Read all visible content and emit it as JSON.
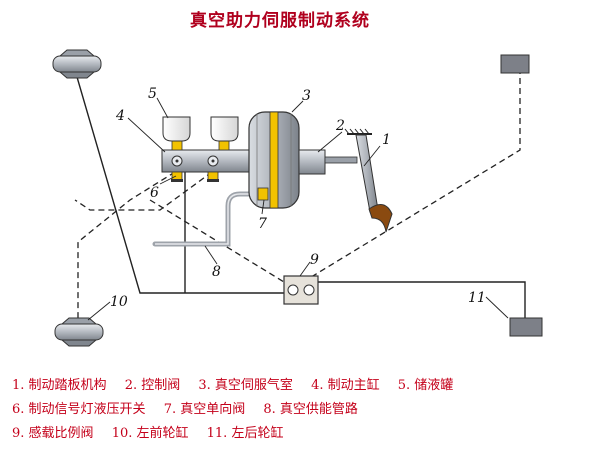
{
  "title": "真空助力伺服制动系统",
  "callouts": [
    "1",
    "2",
    "3",
    "4",
    "5",
    "6",
    "7",
    "8",
    "9",
    "10",
    "11"
  ],
  "legend": {
    "row1": [
      "1. 制动踏板机构",
      "2. 控制阀",
      "3. 真空伺服气室",
      "4. 制动主缸",
      "5. 储液罐"
    ],
    "row2": [
      "6. 制动信号灯液压开关",
      "7. 真空单向阀",
      "8. 真空供能管路"
    ],
    "row3": [
      "9. 感载比例阀",
      "10. 左前轮缸",
      "11. 左后轮缸"
    ]
  },
  "colors": {
    "title": "#b0001e",
    "legend": "#c4001a",
    "booster": "#9aa0a8",
    "accent": "#f2c200",
    "wheel_cylinder": "#7d8088",
    "pedal": "#8a4a10"
  }
}
